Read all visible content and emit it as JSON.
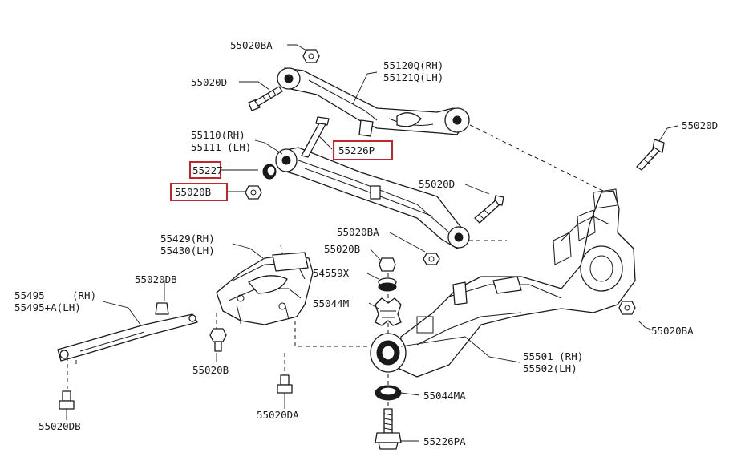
{
  "colors": {
    "ink": "#1a1a1a",
    "highlight": "#c0262c",
    "background": "#ffffff"
  },
  "labels": {
    "nut_55020BA_top": "55020BA",
    "bolt_55020D_left": "55020D",
    "upper_link_rh": "55120Q(RH)",
    "upper_link_lh": "55121Q(LH)",
    "bolt_55020D_right": "55020D",
    "lower_link_rh": "55110(RH)",
    "lower_link_lh": "55111 (LH)",
    "part_55226P": "55226P",
    "part_55227": "55227",
    "part_55020B_highlighted": "55020B",
    "bolt_55020D_mid": "55020D",
    "nut_55020BA_mid": "55020BA",
    "bracket_rh": "55429(RH)",
    "bracket_lh": "55430(LH)",
    "part_55020B_mid": "55020B",
    "part_54559X": "54559X",
    "part_55044M": "55044M",
    "rod_rh_code": "55495",
    "rod_rh_side": "(RH)",
    "rod_lh": "55495+A(LH)",
    "bolt_55020DB_top": "55020DB",
    "nut_55020BA_right": "55020BA",
    "subframe_rh": "55501 (RH)",
    "subframe_lh": "55502(LH)",
    "part_55020B_low": "55020B",
    "part_55044MA": "55044MA",
    "bolt_55020DA": "55020DA",
    "bolt_55020DB_low": "55020DB",
    "part_55226PA": "55226PA"
  }
}
